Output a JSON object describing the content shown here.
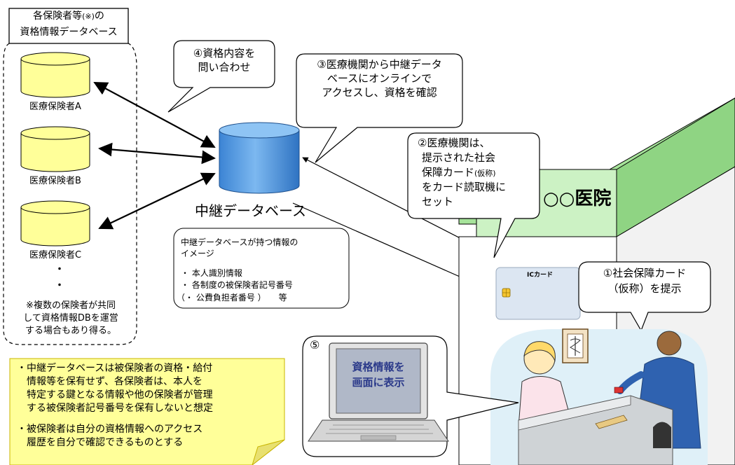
{
  "insurers_group": {
    "title_line1": "各保険者等",
    "title_note_mark": "(※)",
    "title_line1_suffix": "の",
    "title_line2": "資格情報データベース",
    "insurers": [
      "医療保険者A",
      "医療保険者B",
      "医療保険者C"
    ],
    "ellipsis_dot": "・",
    "note": [
      "※複数の保険者が共同",
      "して資格情報DBを運営",
      "する場合もあり得る。"
    ]
  },
  "relay_db": {
    "label": "中継データベース",
    "info_box": {
      "title": [
        "中継データベースが持つ情報の",
        "イメージ"
      ],
      "items": [
        "・ 本人識別情報",
        "・ 各制度の被保険者記号番号",
        "（・ 公費負担者番号 ）　　等"
      ]
    }
  },
  "callouts": {
    "step4": [
      "④資格内容を",
      "問い合わせ"
    ],
    "step3": [
      "③医療機関から中継データ",
      "ベースにオンラインで",
      "アクセスし、資格を確認"
    ],
    "step2": {
      "line1": "②医療機関は、",
      "line2": "提示された社会",
      "line3_main": "保障カード",
      "line3_small": "(仮称)",
      "line4": "をカード読取機に",
      "line5": "セット"
    },
    "step1": [
      "①社会保障カード",
      "（仮称）を提示"
    ]
  },
  "hospital": {
    "name": "○○医院"
  },
  "ic_card": {
    "label": "ICカード"
  },
  "laptop": {
    "step_mark": "⑤",
    "screen_text": [
      "資格情報を",
      "画面に表示"
    ]
  },
  "notes": [
    [
      "・中継データベースは被保険者の資格・給付",
      "　情報等を保有せず、各保険者は、本人を",
      "　特定する鍵となる情報や他の保険者が管理",
      "　する被保険者記号番号を保有しないと想定"
    ],
    [
      "・被保険者は自分の資格情報へのアクセス",
      "　履歴を自分で確認できるものとする"
    ]
  ],
  "colors": {
    "cylinder_yellow": "#ffff99",
    "relay_blue": "#5aa0e6",
    "hospital_green": "#ccf2c4",
    "hospital_green_dark": "#a6e39a",
    "note_yellow": "#ffff99",
    "laptop_screen": "#b0b8c8",
    "screen_text": "#2b3a8a"
  }
}
